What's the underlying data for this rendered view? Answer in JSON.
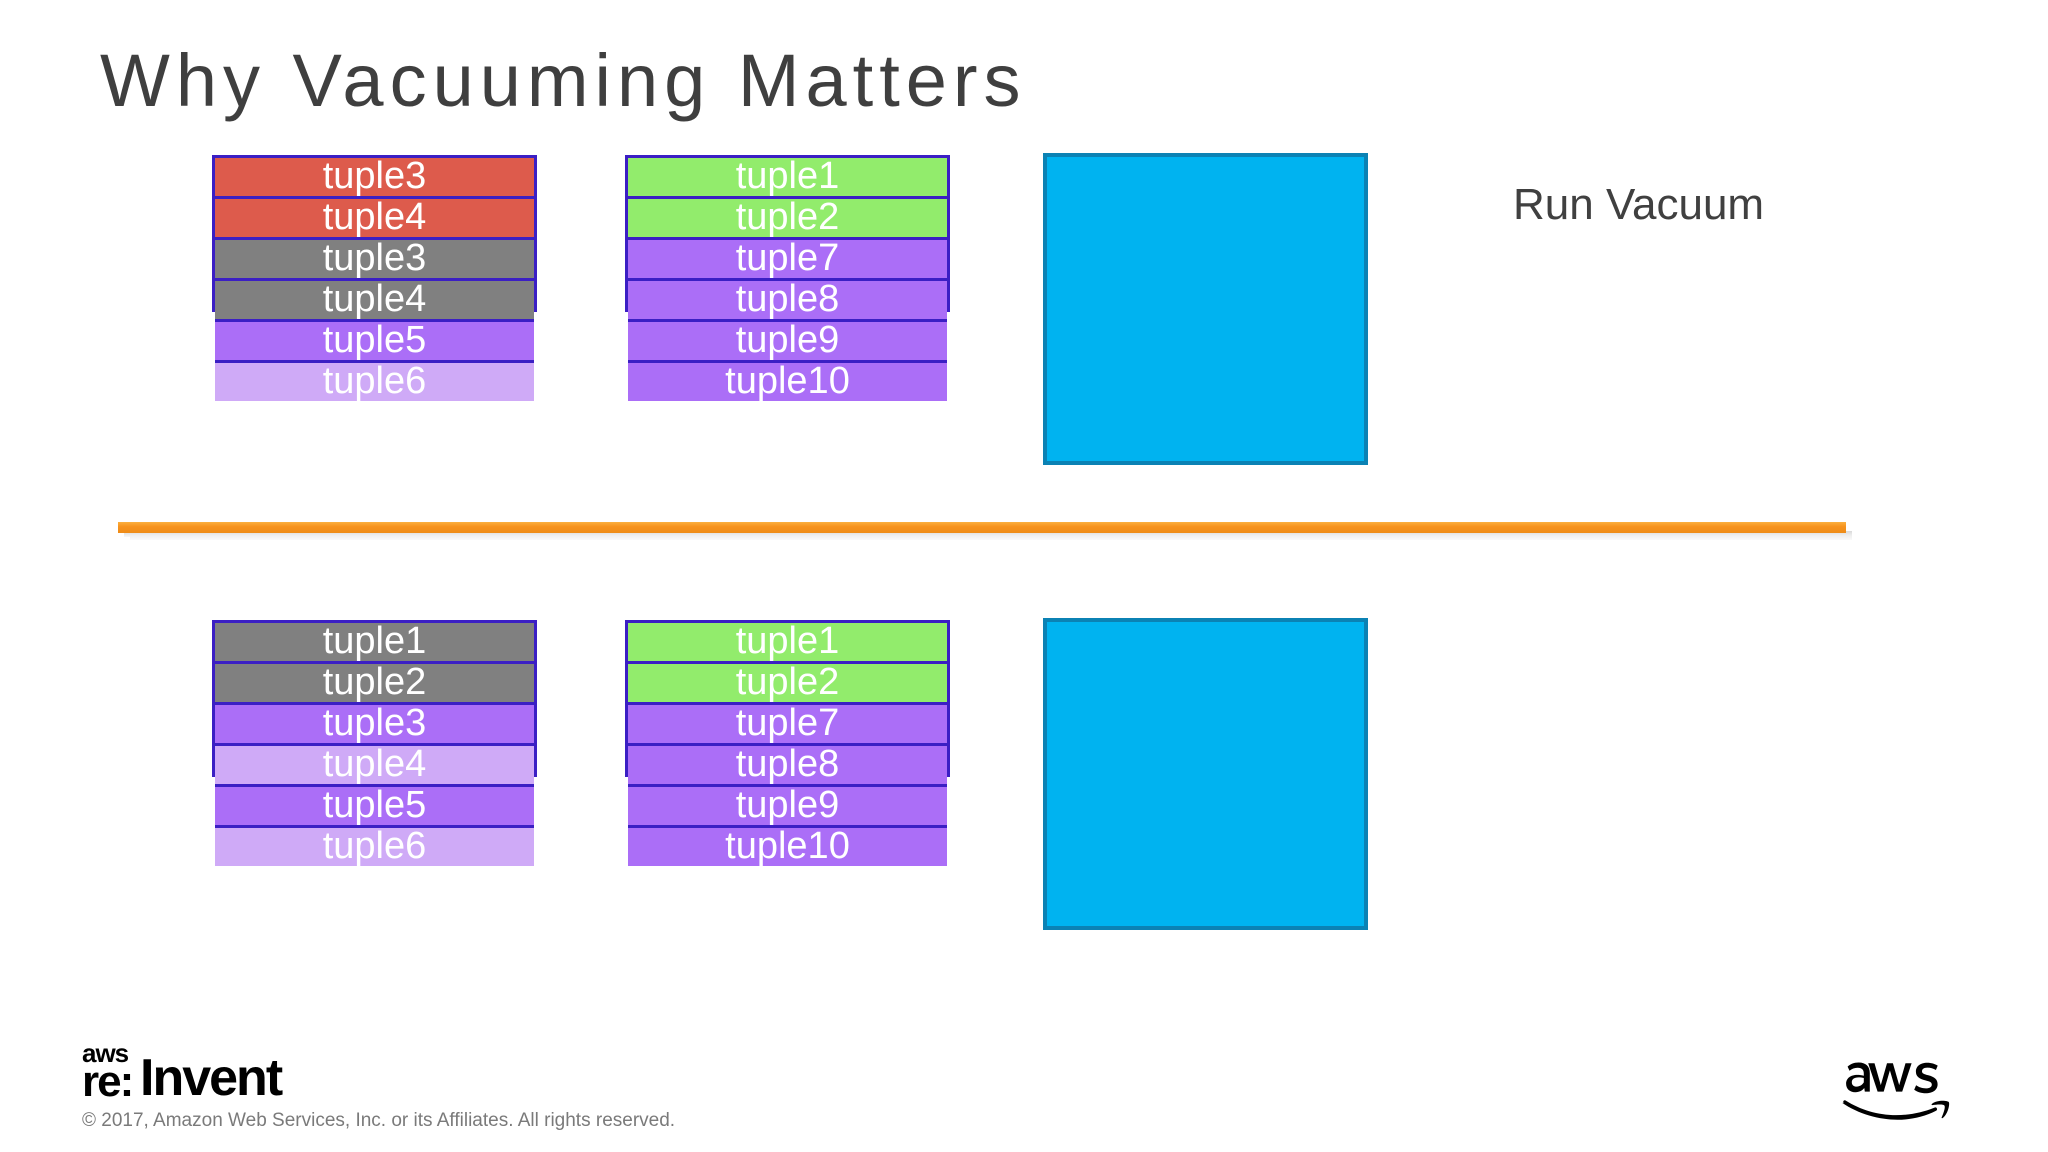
{
  "slide": {
    "title": "Why Vacuuming Matters",
    "background": "#ffffff",
    "title_color": "#3f3f3f"
  },
  "annotation": {
    "run_vacuum_label": "Run Vacuum"
  },
  "colors": {
    "red": "#dd5b4c",
    "gray": "#808080",
    "green": "#92ec6c",
    "purple": "#ab6ef7",
    "lilac": "#cfaaf7",
    "row_border": "#3b1fc4",
    "block_outline": "#3fb8e8",
    "blue_box_fill": "#00b3f0",
    "blue_box_border": "#0b82b4",
    "divider_orange": "#f7941e",
    "text_dark": "#404040"
  },
  "diagram": {
    "before": {
      "blocks": [
        {
          "name": "before-block-1",
          "rows": [
            {
              "label": "tuple3",
              "fill": "red"
            },
            {
              "label": "tuple4",
              "fill": "red"
            },
            {
              "label": "tuple3",
              "fill": "gray"
            },
            {
              "label": "tuple4",
              "fill": "gray"
            },
            {
              "label": "tuple5",
              "fill": "purple"
            },
            {
              "label": "tuple6",
              "fill": "lilac"
            }
          ]
        },
        {
          "name": "before-block-2",
          "rows": [
            {
              "label": "tuple1",
              "fill": "green"
            },
            {
              "label": "tuple2",
              "fill": "green"
            },
            {
              "label": "tuple7",
              "fill": "purple"
            },
            {
              "label": "tuple8",
              "fill": "purple"
            },
            {
              "label": "tuple9",
              "fill": "purple"
            },
            {
              "label": "tuple10",
              "fill": "purple"
            }
          ]
        }
      ],
      "empty_block_label": ""
    },
    "after": {
      "blocks": [
        {
          "name": "after-block-1",
          "rows": [
            {
              "label": "tuple1",
              "fill": "gray"
            },
            {
              "label": "tuple2",
              "fill": "gray"
            },
            {
              "label": "tuple3",
              "fill": "purple"
            },
            {
              "label": "tuple4",
              "fill": "lilac"
            },
            {
              "label": "tuple5",
              "fill": "purple"
            },
            {
              "label": "tuple6",
              "fill": "lilac"
            }
          ]
        },
        {
          "name": "after-block-2",
          "rows": [
            {
              "label": "tuple1",
              "fill": "green"
            },
            {
              "label": "tuple2",
              "fill": "green"
            },
            {
              "label": "tuple7",
              "fill": "purple"
            },
            {
              "label": "tuple8",
              "fill": "purple"
            },
            {
              "label": "tuple9",
              "fill": "purple"
            },
            {
              "label": "tuple10",
              "fill": "purple"
            }
          ]
        }
      ],
      "empty_block_label": ""
    }
  },
  "footer": {
    "reinvent_aws": "aws",
    "reinvent_re": "re:",
    "reinvent_invent": "Invent",
    "copyright": "© 2017, Amazon Web Services, Inc. or its Affiliates. All rights reserved.",
    "aws_logo_wordmark": "aws"
  }
}
